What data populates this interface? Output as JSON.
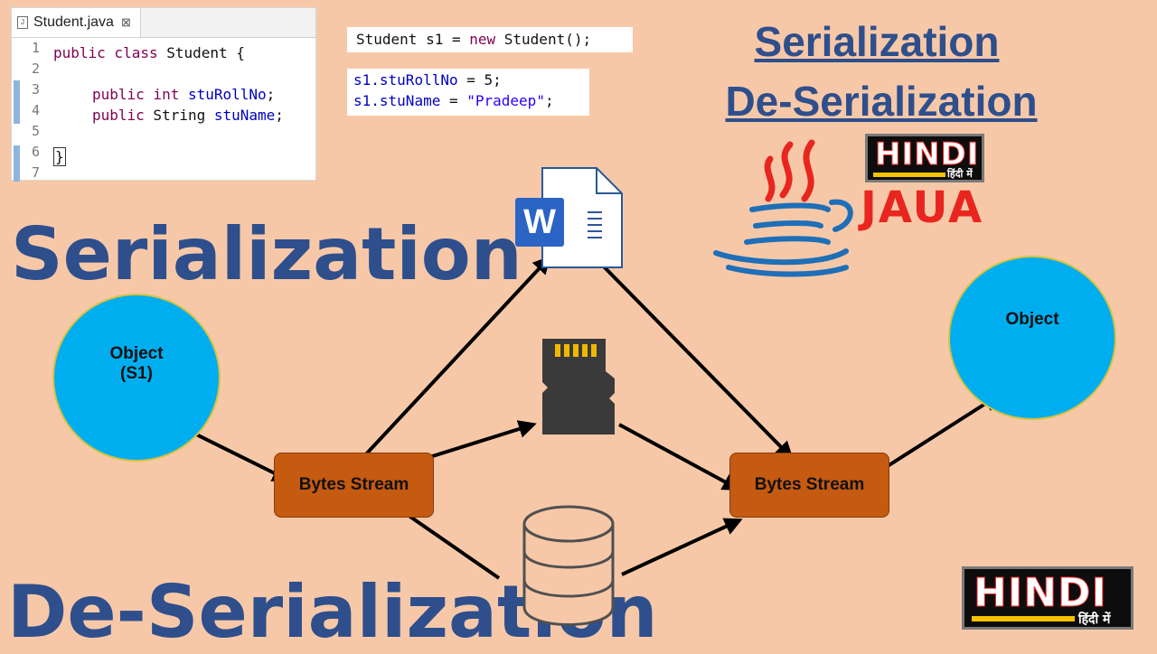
{
  "editor": {
    "tab_label": "Student.java",
    "tab_close": "⊠",
    "line_numbers": [
      "1",
      "2",
      "3",
      "4",
      "5",
      "6",
      "7"
    ],
    "lines": {
      "l1_kw": "public class",
      "l1_rest": " Student {",
      "l3_kw": "public int",
      "l3_field": "stuRollNo",
      "l3_end": ";",
      "l4_kw": "public",
      "l4_type": " String ",
      "l4_field": "stuName",
      "l4_end": ";",
      "l6": "}"
    }
  },
  "snippet1": {
    "a": "Student s1 = ",
    "kw": "new",
    "b": " Student();"
  },
  "snippet2": {
    "r1_var": "s1.",
    "r1_field": "stuRollNo",
    "r1_rest": " = 5;",
    "r2_var": "s1.",
    "r2_field": "stuName",
    "r2_rest": " = ",
    "r2_str": "\"Pradeep\"",
    "r2_end": ";"
  },
  "header_title": {
    "line1": "Serialization",
    "line2": "De-Serialization"
  },
  "badge_top": {
    "word": "HINDI",
    "sub": "हिंदी में"
  },
  "java_label": "JAUA",
  "badge_bottom": {
    "word": "HINDI",
    "sub": "हिंदी में"
  },
  "heading_serialization": "Serialization",
  "heading_deserialization": "De-Serialization",
  "diagram": {
    "object_left_line1": "Object",
    "object_left_line2": "(S1)",
    "bytes_stream_left": "Bytes Stream",
    "bytes_stream_right": "Bytes Stream",
    "object_right": "Object",
    "word_icon_letter": "W"
  },
  "colors": {
    "background": "#f7c8a8",
    "heading_blue": "#2e4f8c",
    "circle": "#00aeef",
    "box": "#c55a11",
    "java_red": "#e8261f",
    "java_blue": "#1e6fb8"
  }
}
